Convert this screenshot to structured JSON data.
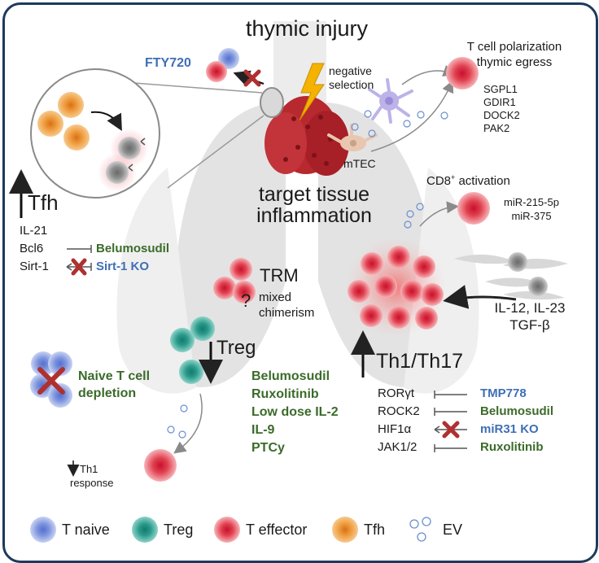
{
  "title": "thymic injury",
  "center_title_line1": "target tissue",
  "center_title_line2": "inflammation",
  "fty720": "FTY720",
  "negative_selection_line1": "negative",
  "negative_selection_line2": "selection",
  "mtec": "mTEC",
  "polarization": {
    "line1": "T cell polarization",
    "line2": "thymic egress",
    "genes": [
      "SGPL1",
      "GDIR1",
      "DOCK2",
      "PAK2"
    ]
  },
  "cd8": {
    "label_prefix": "CD8",
    "label_sup": "+",
    "label_suffix": " activation",
    "mirs": [
      "miR-215-5p",
      "miR-375"
    ]
  },
  "tfh": {
    "title": "Tfh",
    "rows": [
      {
        "gene": "IL-21",
        "drug": "",
        "drug_color": ""
      },
      {
        "gene": "Bcl6",
        "drug": "Belumosudil",
        "drug_color": "green",
        "relation": "inhibit"
      },
      {
        "gene": "Sirt-1",
        "drug": "Sirt-1 KO",
        "drug_color": "blue",
        "relation": "knockout"
      }
    ]
  },
  "trm": {
    "title": "TRM",
    "question": "?",
    "sub1": "mixed",
    "sub2": "chimerism"
  },
  "cytokines_line1": "IL-12, IL-23",
  "cytokines_line2": "TGF-β",
  "treg": {
    "title": "Treg",
    "drugs": [
      "Belumosudil",
      "Ruxolitinib",
      "Low dose IL-2",
      "IL-9",
      "PTCy"
    ]
  },
  "naive_depletion_line1": "Naive T cell",
  "naive_depletion_line2": "depletion",
  "th1_response_line1": "Th1",
  "th1_response_line2": "response",
  "th1th17": {
    "title": "Th1/Th17",
    "rows": [
      {
        "gene": "RORγt",
        "drug": "TMP778",
        "drug_color": "blue",
        "relation": "inhibit"
      },
      {
        "gene": "ROCK2",
        "drug": "Belumosudil",
        "drug_color": "green",
        "relation": "inhibit"
      },
      {
        "gene": "HIF1α",
        "drug": "miR31 KO",
        "drug_color": "blue",
        "relation": "knockout"
      },
      {
        "gene": "JAK1/2",
        "drug": "Ruxolitinib",
        "drug_color": "green",
        "relation": "inhibit"
      }
    ]
  },
  "legend": [
    {
      "label": "T naive",
      "icon": "t-naive-cell-icon"
    },
    {
      "label": "Treg",
      "icon": "treg-cell-icon"
    },
    {
      "label": "T effector",
      "icon": "t-effector-cell-icon"
    },
    {
      "label": "Tfh",
      "icon": "tfh-cell-icon"
    },
    {
      "label": "EV",
      "icon": "ev-vesicles-icon"
    }
  ],
  "colors": {
    "frame": "#1d3a5c",
    "green_drug": "#3b6b2a",
    "blue_drug": "#3f6fb5",
    "t_naive": "#6f86d6",
    "treg": "#1f8e80",
    "t_effector": "#e0404f",
    "tfh": "#e98b2a",
    "lung": "#d9d9d9",
    "thymus": "#b8282f"
  }
}
